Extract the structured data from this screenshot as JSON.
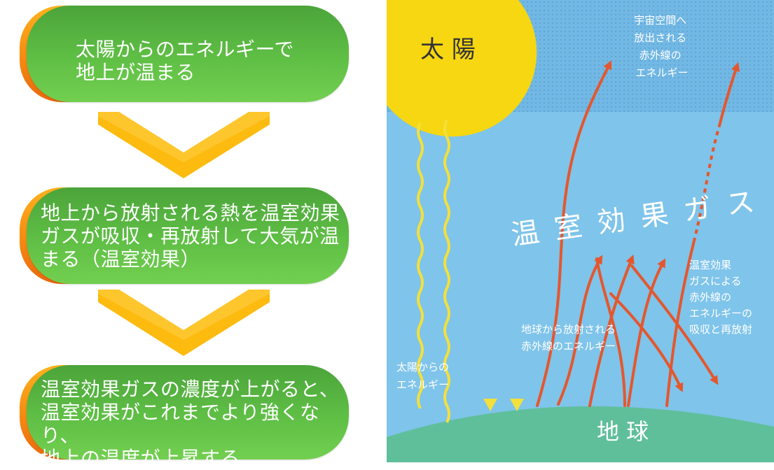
{
  "flow": {
    "step1": "太陽からのエネルギーで\n地上が温まる",
    "step2": "地上から放射される熱を温室効果\nガスが吸収・再放射して大気が温\nまる（温室効果）",
    "step3": "温室効果ガスの濃度が上がると、\n温室効果がこれまでより強くなり、\n地上の温度が上昇する"
  },
  "illustration": {
    "sun_label": "太 陽",
    "space_label": [
      "宇宙空間へ",
      "放出される",
      "赤外線の",
      "エネルギー"
    ],
    "ghg_label": "温室効果ガス",
    "ghg_absorb_label": [
      "温室効果",
      "ガスによる",
      "赤外線の",
      "エネルギーの",
      "吸収と再放射"
    ],
    "ground_ir_label": [
      "地球から放射される",
      "赤外線のエネルギー"
    ],
    "solar_label": [
      "太陽からの",
      "エネルギー"
    ],
    "earth_label": "地 球"
  },
  "colors": {
    "sky": "#7fc4ea",
    "space": "#66addf",
    "sun": "#f6d711",
    "earth": "#5fbf9b",
    "ir_arrow": "#e4572e",
    "solar_wave": "#f3e03c",
    "step_green": "#5fbf45",
    "step_orange": "#f58a12",
    "chevron": "#fdbb10"
  }
}
